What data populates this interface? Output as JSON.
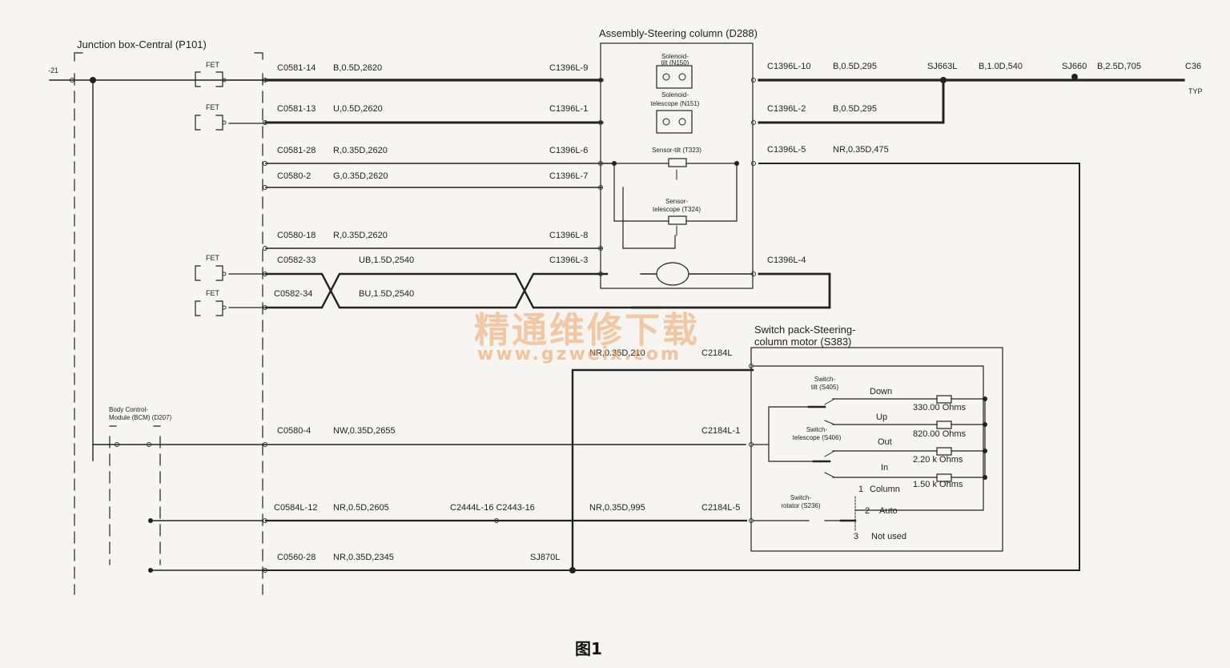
{
  "power_label": "-21",
  "blocks": {
    "junction_box": "Junction box-Central (P101)",
    "steering_column": "Assembly-Steering column (D288)",
    "switch_pack_1": "Switch pack-Steering-",
    "switch_pack_2": "column motor (S383)",
    "bcm_1": "Body Control-",
    "bcm_2": "Module (BCM) (D207)"
  },
  "fet": [
    "FET",
    "FET",
    "FET",
    "FET"
  ],
  "wires": [
    {
      "from": "C0581-14",
      "spec": "B,0.5D,2620",
      "to": "C1396L-9"
    },
    {
      "from": "C0581-13",
      "spec": "U,0.5D,2620",
      "to": "C1396L-1"
    },
    {
      "from": "C0581-28",
      "spec": "R,0.35D,2620",
      "to": "C1396L-6"
    },
    {
      "from": "C0580-2",
      "spec": "G,0.35D,2620",
      "to": "C1396L-7"
    },
    {
      "from": "C0580-18",
      "spec": "R,0.35D,2620",
      "to": "C1396L-8"
    },
    {
      "from": "C0582-33",
      "spec": "UB,1.5D,2540",
      "to": "C1396L-3"
    },
    {
      "from": "C0582-34",
      "spec": "BU,1.5D,2540"
    }
  ],
  "right": [
    {
      "conn": "C1396L-10",
      "spec": "B,0.5D,295",
      "splice": "SJ663L",
      "spec2": "B,1.0D,540",
      "splice2": "SJ660",
      "spec3": "B,2.5D,705",
      "end": "C36",
      "end_type": "TYP"
    },
    {
      "conn": "C1396L-2",
      "spec": "B,0.5D,295"
    },
    {
      "conn": "C1396L-5",
      "spec": "NR,0.35D,475"
    },
    {
      "conn": "C1396L-4"
    }
  ],
  "column": {
    "solenoid_tilt_1": "Solenoid-",
    "solenoid_tilt_2": "tilt (N150)",
    "solenoid_tel_1": "Solenoid-",
    "solenoid_tel_2": "telescope (N151)",
    "sensor_tilt": "Sensor-tilt (T323)",
    "sensor_tel_1": "Sensor-",
    "sensor_tel_2": "telescope (T324)"
  },
  "lower": [
    {
      "from": "C0580-4",
      "spec": "NW,0.35D,2655",
      "to": "C2184L-1"
    },
    {
      "from": "C0584L-12",
      "spec": "NR,0.5D,2605",
      "mid": "C2444L-16 C2443-16",
      "spec2": "NR,0.35D,995",
      "to": "C2184L-5"
    },
    {
      "from": "C0560-28",
      "spec": "NR,0.35D,2345",
      "splice": "SJ870L"
    },
    {
      "spec": "NR,0.35D,210",
      "to": "C2184L"
    }
  ],
  "switch": {
    "tilt_1": "Switch-",
    "tilt_2": "tilt (S405)",
    "tel_1": "Switch-",
    "tel_2": "telescope (S406)",
    "rot_1": "Switch-",
    "rot_2": "rotator (S236)",
    "positions": [
      "Down",
      "Up",
      "Out",
      "In"
    ],
    "resistors": [
      "330.00 Ohms",
      "820.00 Ohms",
      "2.20 k Ohms",
      "1.50 k Ohms"
    ],
    "modes": [
      {
        "n": "1",
        "label": "Column"
      },
      {
        "n": "2",
        "label": "Auto"
      },
      {
        "n": "3",
        "label": "Not used"
      }
    ]
  },
  "watermark": {
    "title": "精通维修下载",
    "url": "www.gzweix.com"
  },
  "caption": "图1"
}
